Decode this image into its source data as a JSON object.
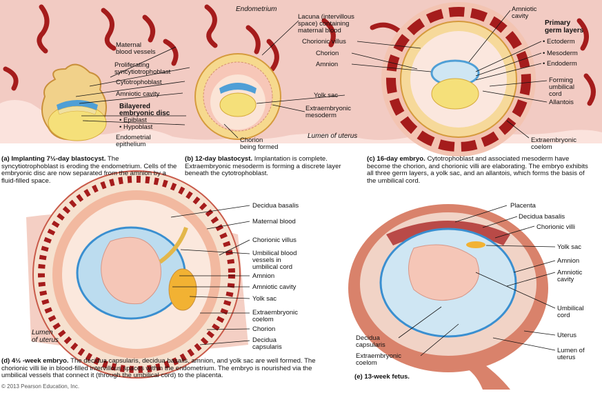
{
  "top": {
    "endometrium": "Endometrium",
    "lumen_of_uterus": "Lumen of uterus",
    "labels_a": {
      "maternal_blood_vessels": [
        "Maternal",
        "blood vessels"
      ],
      "proliferating": [
        "Proliferating",
        "syncytiotrophoblast"
      ],
      "cytotrophoblast": "Cytotrophoblast",
      "amniotic_cavity": "Amniotic cavity",
      "bilayered": [
        "Bilayered",
        "embryonic disc"
      ],
      "epiblast": "• Epiblast",
      "hypoblast": "• Hypoblast",
      "endometrial_epithelium": [
        "Endometrial",
        "epithelium"
      ]
    },
    "labels_b": {
      "lacuna": [
        "Lacuna (intervillous",
        "space) containing",
        "maternal blood"
      ],
      "chorionic_villus": "Chorionic villus",
      "chorion": "Chorion",
      "amnion": "Amnion",
      "yolk_sac": "Yolk sac",
      "extraembryonic_mesoderm": [
        "Extraembryonic",
        "mesoderm"
      ],
      "chorion_being_formed": [
        "Chorion",
        "being formed"
      ]
    },
    "labels_c": {
      "amniotic_cavity": [
        "Amniotic",
        "cavity"
      ],
      "primary_germ_layers": [
        "Primary",
        "germ layers"
      ],
      "ectoderm": "• Ectoderm",
      "mesoderm": "• Mesoderm",
      "endoderm": "• Endoderm",
      "forming_umbilical_cord": [
        "Forming",
        "umbilical",
        "cord"
      ],
      "allantois": "Allantois",
      "extraembryonic_coelom": [
        "Extraembryonic",
        "coelom"
      ]
    }
  },
  "captions": {
    "a_title": "(a) Implanting 7½-day blastocyst.",
    "a_text": "The syncytiotrophoblast is eroding the endometrium. Cells of the embryonic disc are now separated from the amnion by a fluid-filled space.",
    "b_title": "(b) 12-day blastocyst.",
    "b_text": "Implantation is complete. Extraembryonic mesoderm is forming a discrete layer beneath the cytotrophoblast.",
    "c_title": "(c) 16-day embryo.",
    "c_text": "Cytotrophoblast and associated mesoderm have become the chorion, and chorionic villi are elaborating. The embryo exhibits all three germ layers, a yolk sac, and an allantois, which forms the basis of the umbilical cord.",
    "d_title": "(d) 4½ -week embryo.",
    "d_text": "The decidua capsularis, decidua basalis, amnion, and yolk sac are well formed. The chorionic villi lie in blood-filled intervillous spaces within the endometrium. The embryo is nourished via the umbilical vessels that connect it (through the umbilical cord) to the placenta.",
    "e_title": "(e) 13-week fetus.",
    "copyright": "© 2013 Pearson Education, Inc."
  },
  "bottom": {
    "labels_d": {
      "decidua_basalis": "Decidua basalis",
      "maternal_blood": "Maternal blood",
      "chorionic_villus": "Chorionic villus",
      "umbilical_vessels": [
        "Umbilical blood",
        "vessels in",
        "umbilical cord"
      ],
      "amnion": "Amnion",
      "amniotic_cavity": "Amniotic cavity",
      "yolk_sac": "Yolk sac",
      "extraembryonic_coelom": [
        "Extraembryonic",
        "coelom"
      ],
      "chorion": "Chorion",
      "decidua_capsularis": [
        "Decidua",
        "capsularis"
      ],
      "lumen_of_uterus": [
        "Lumen",
        "of uterus"
      ]
    },
    "labels_e": {
      "placenta": "Placenta",
      "decidua_basalis": "Decidua basalis",
      "chorionic_villi": "Chorionic villi",
      "yolk_sac": "Yolk sac",
      "amnion": "Amnion",
      "amniotic_cavity": [
        "Amniotic",
        "cavity"
      ],
      "umbilical_cord": [
        "Umbilical",
        "cord"
      ],
      "uterus": "Uterus",
      "lumen_of_uterus": [
        "Lumen of",
        "uterus"
      ],
      "decidua_capsularis": [
        "Decidua",
        "capsularis"
      ],
      "extraembryonic_coelom": [
        "Extraembryonic",
        "coelom"
      ]
    }
  },
  "colors": {
    "endometrium": "#f2c9c0",
    "trophoblast": "#f1d18a",
    "yolk": "#f5e07a",
    "amnion_blue": "#4f9fd6",
    "vessel_red": "#a51c1c",
    "uterus_wall": "#d9826b",
    "cavity_blue": "#cfe6f3"
  }
}
